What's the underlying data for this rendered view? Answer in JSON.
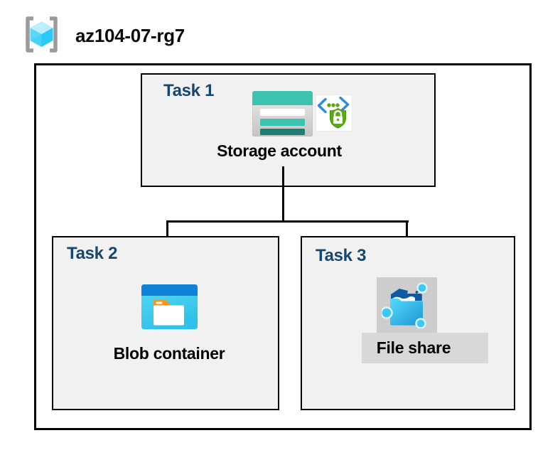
{
  "header": {
    "resource_group_name": "az104-07-rg7",
    "icon": "resource-group-icon"
  },
  "tasks": [
    {
      "id": 1,
      "label": "Task 1",
      "resource": "Storage account",
      "icons": [
        "storage-account-icon",
        "sas-security-icon"
      ]
    },
    {
      "id": 2,
      "label": "Task 2",
      "resource": "Blob container",
      "icons": [
        "blob-container-icon"
      ]
    },
    {
      "id": 3,
      "label": "Task 3",
      "resource": "File share",
      "icons": [
        "file-share-icon"
      ],
      "highlighted": true
    }
  ],
  "connections": [
    {
      "from": "Storage account",
      "to": "Blob container"
    },
    {
      "from": "Storage account",
      "to": "File share"
    }
  ],
  "colors": {
    "task_label_navy": "#17466E",
    "box_fill_gray": "#F1F1F1",
    "connector_black": "#000000",
    "storage_teal": "#3CC3B0",
    "storage_dark_teal": "#1F7E72",
    "blob_header_blue": "#1181D8",
    "blob_body_cyan": "#3ECDEE",
    "folder_tab_orange": "#F7941E",
    "fileshare_navy": "#0D5AA3",
    "fileshare_node_blue": "#3EC8F4",
    "shield_green": "#5CA818",
    "bracket_blue": "#2E8BD8",
    "cube_cyan": "#2BC9F7",
    "highlight_gray": "#D8D8D8"
  }
}
